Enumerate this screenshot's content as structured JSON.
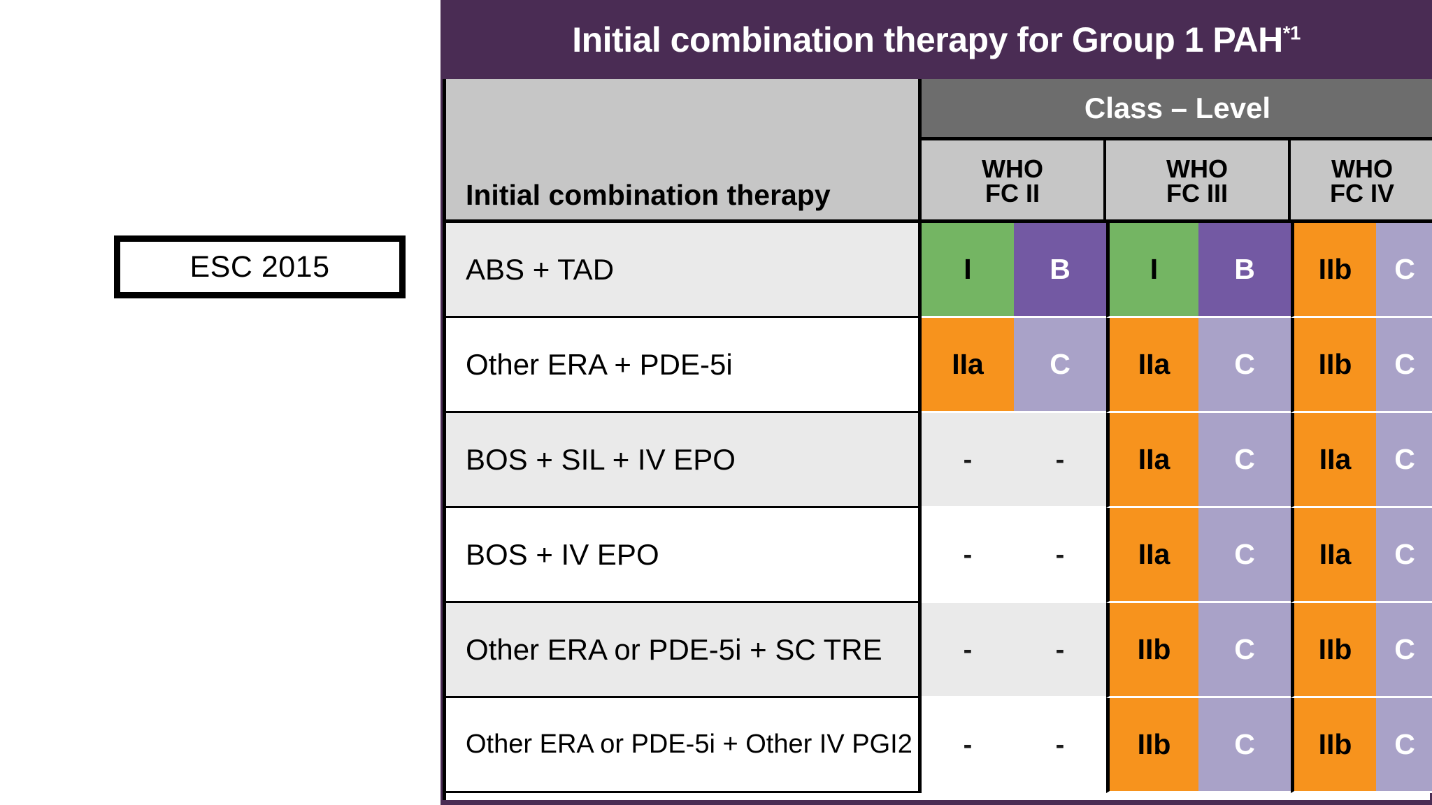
{
  "badge": {
    "label": "ESC 2015"
  },
  "title": {
    "text": "Initial combination therapy for Group 1 PAH",
    "superscript": "*1",
    "full": "Initial combination therapy for Group 1 PAH*1"
  },
  "header": {
    "therapy_column": "Initial combination therapy",
    "class_level": "Class – Level",
    "fc_columns": [
      {
        "line1": "WHO",
        "line2": "FC II"
      },
      {
        "line1": "WHO",
        "line2": "FC III"
      },
      {
        "line1": "WHO",
        "line2": "FC IV"
      }
    ]
  },
  "colors": {
    "title_bar": "#4a2c54",
    "header_gray": "#c6c6c6",
    "header_dark_gray": "#6d6d6d",
    "class_I_green": "#74b563",
    "level_B_purple": "#7359a3",
    "class_II_orange": "#f7931d",
    "level_C_light_purple": "#a9a2c8",
    "row_shade": "#eaeaea",
    "row_white": "#ffffff"
  },
  "rows": [
    {
      "therapy": "ABS + TAD",
      "shaded": true,
      "cells": [
        {
          "class": "I",
          "class_color": "green",
          "class_text": "black",
          "level": "B",
          "level_color": "dpurple",
          "level_text": "white"
        },
        {
          "class": "I",
          "class_color": "green",
          "class_text": "black",
          "level": "B",
          "level_color": "dpurple",
          "level_text": "white"
        },
        {
          "class": "IIb",
          "class_color": "orange",
          "class_text": "black",
          "level": "C",
          "level_color": "lpurple",
          "level_text": "white"
        }
      ]
    },
    {
      "therapy": "Other ERA + PDE-5i",
      "shaded": false,
      "cells": [
        {
          "class": "IIa",
          "class_color": "orange",
          "class_text": "black",
          "level": "C",
          "level_color": "lpurple",
          "level_text": "white"
        },
        {
          "class": "IIa",
          "class_color": "orange",
          "class_text": "black",
          "level": "C",
          "level_color": "lpurple",
          "level_text": "white"
        },
        {
          "class": "IIb",
          "class_color": "orange",
          "class_text": "black",
          "level": "C",
          "level_color": "lpurple",
          "level_text": "white"
        }
      ]
    },
    {
      "therapy": "BOS + SIL + IV EPO",
      "shaded": true,
      "cells": [
        {
          "class": "-",
          "class_color": "shade",
          "class_text": "black",
          "level": "-",
          "level_color": "shade",
          "level_text": "black"
        },
        {
          "class": "IIa",
          "class_color": "orange",
          "class_text": "black",
          "level": "C",
          "level_color": "lpurple",
          "level_text": "white"
        },
        {
          "class": "IIa",
          "class_color": "orange",
          "class_text": "black",
          "level": "C",
          "level_color": "lpurple",
          "level_text": "white"
        }
      ]
    },
    {
      "therapy": "BOS + IV EPO",
      "shaded": false,
      "cells": [
        {
          "class": "-",
          "class_color": "white",
          "class_text": "black",
          "level": "-",
          "level_color": "white",
          "level_text": "black"
        },
        {
          "class": "IIa",
          "class_color": "orange",
          "class_text": "black",
          "level": "C",
          "level_color": "lpurple",
          "level_text": "white"
        },
        {
          "class": "IIa",
          "class_color": "orange",
          "class_text": "black",
          "level": "C",
          "level_color": "lpurple",
          "level_text": "white"
        }
      ]
    },
    {
      "therapy": "Other ERA or PDE-5i + SC TRE",
      "shaded": true,
      "cells": [
        {
          "class": "-",
          "class_color": "shade",
          "class_text": "black",
          "level": "-",
          "level_color": "shade",
          "level_text": "black"
        },
        {
          "class": "IIb",
          "class_color": "orange",
          "class_text": "black",
          "level": "C",
          "level_color": "lpurple",
          "level_text": "white"
        },
        {
          "class": "IIb",
          "class_color": "orange",
          "class_text": "black",
          "level": "C",
          "level_color": "lpurple",
          "level_text": "white"
        }
      ]
    },
    {
      "therapy": "Other ERA or PDE-5i + Other IV PGI2",
      "shaded": false,
      "tight": true,
      "cells": [
        {
          "class": "-",
          "class_color": "white",
          "class_text": "black",
          "level": "-",
          "level_color": "white",
          "level_text": "black"
        },
        {
          "class": "IIb",
          "class_color": "orange",
          "class_text": "black",
          "level": "C",
          "level_color": "lpurple",
          "level_text": "white"
        },
        {
          "class": "IIb",
          "class_color": "orange",
          "class_text": "black",
          "level": "C",
          "level_color": "lpurple",
          "level_text": "white"
        }
      ]
    }
  ]
}
